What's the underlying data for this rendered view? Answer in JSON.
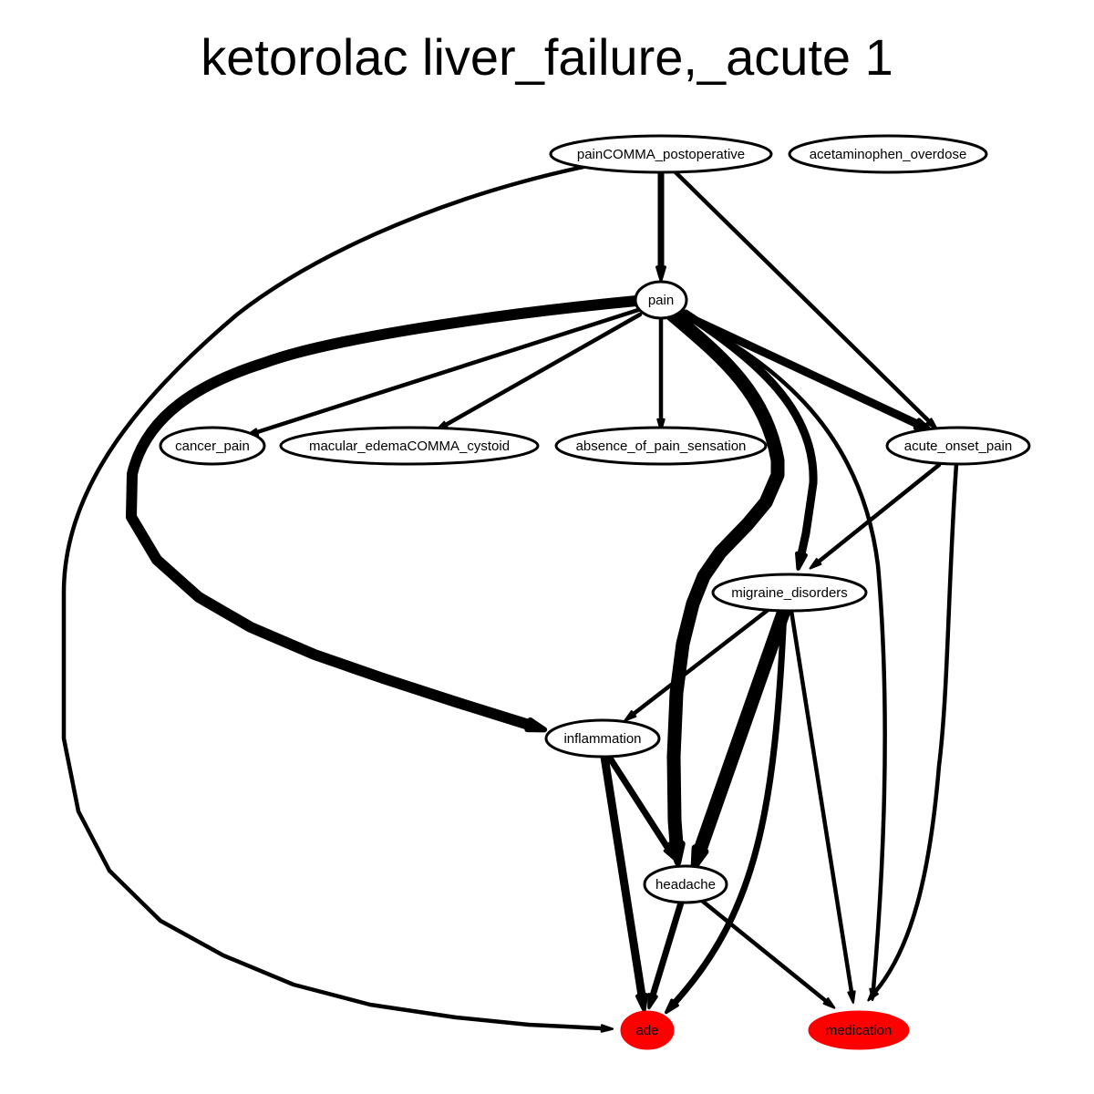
{
  "title": "ketorolac liver_failure,_acute 1",
  "colors": {
    "highlight": "#ff0000",
    "node_fill": "#ffffff",
    "stroke": "#000000"
  },
  "nodes": [
    {
      "id": "pain_postoperative",
      "label": "painCOMMA_postoperative"
    },
    {
      "id": "acetaminophen_overdose",
      "label": "acetaminophen_overdose"
    },
    {
      "id": "pain",
      "label": "pain"
    },
    {
      "id": "cancer_pain",
      "label": "cancer_pain"
    },
    {
      "id": "macular_edema",
      "label": "macular_edemaCOMMA_cystoid"
    },
    {
      "id": "absence_pain",
      "label": "absence_of_pain_sensation"
    },
    {
      "id": "acute_onset_pain",
      "label": "acute_onset_pain"
    },
    {
      "id": "migraine",
      "label": "migraine_disorders"
    },
    {
      "id": "inflammation",
      "label": "inflammation"
    },
    {
      "id": "headache",
      "label": "headache"
    },
    {
      "id": "ade",
      "label": "ade",
      "highlight": true
    },
    {
      "id": "medication",
      "label": "medication",
      "highlight": true
    }
  ],
  "edges": [
    {
      "from": "pain_postoperative",
      "to": "pain",
      "weight": 3
    },
    {
      "from": "pain_postoperative",
      "to": "acute_onset_pain",
      "weight": 2
    },
    {
      "from": "pain_postoperative",
      "to": "ade",
      "weight": 2
    },
    {
      "from": "pain",
      "to": "cancer_pain",
      "weight": 2
    },
    {
      "from": "pain",
      "to": "macular_edema",
      "weight": 2
    },
    {
      "from": "pain",
      "to": "absence_pain",
      "weight": 2
    },
    {
      "from": "pain",
      "to": "acute_onset_pain",
      "weight": 4
    },
    {
      "from": "pain",
      "to": "inflammation",
      "weight": 5
    },
    {
      "from": "pain",
      "to": "headache",
      "weight": 6
    },
    {
      "from": "pain",
      "to": "migraine",
      "weight": 4
    },
    {
      "from": "pain",
      "to": "medication",
      "weight": 2
    },
    {
      "from": "acute_onset_pain",
      "to": "migraine",
      "weight": 2
    },
    {
      "from": "acute_onset_pain",
      "to": "medication",
      "weight": 2
    },
    {
      "from": "migraine",
      "to": "inflammation",
      "weight": 2
    },
    {
      "from": "migraine",
      "to": "headache",
      "weight": 6
    },
    {
      "from": "migraine",
      "to": "ade",
      "weight": 3
    },
    {
      "from": "migraine",
      "to": "medication",
      "weight": 2
    },
    {
      "from": "inflammation",
      "to": "ade",
      "weight": 4
    },
    {
      "from": "inflammation",
      "to": "headache",
      "weight": 3
    },
    {
      "from": "headache",
      "to": "ade",
      "weight": 3
    },
    {
      "from": "headache",
      "to": "medication",
      "weight": 2
    }
  ]
}
